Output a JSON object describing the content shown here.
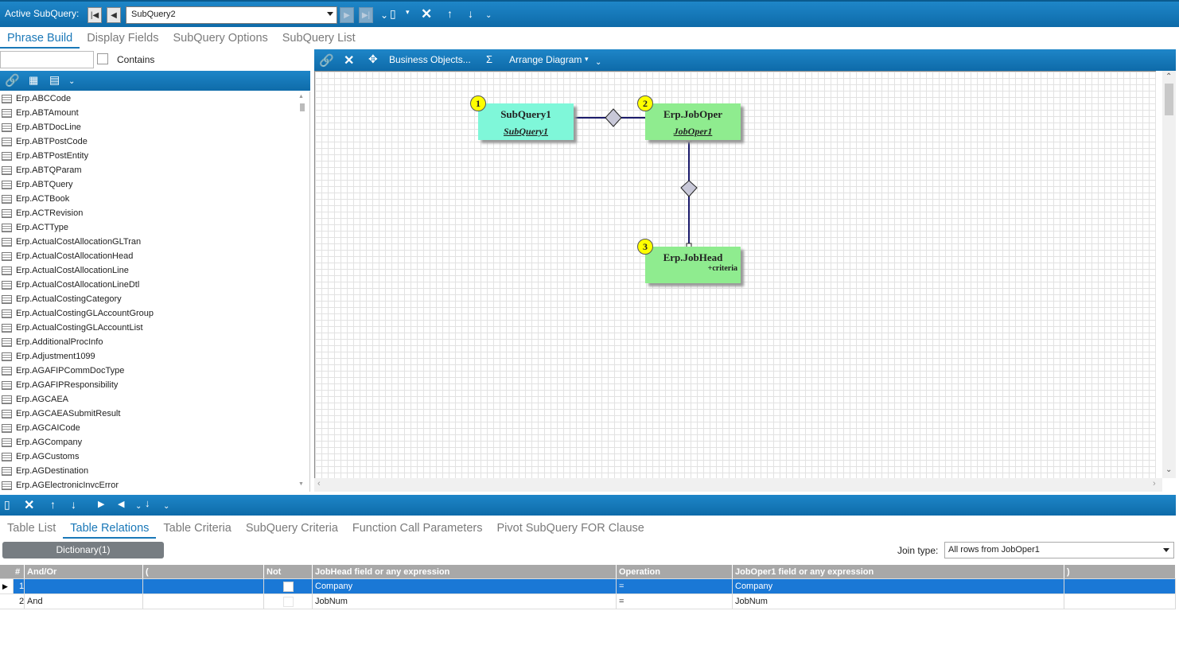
{
  "topbar": {
    "label": "Active SubQuery:",
    "selected_subquery": "SubQuery2"
  },
  "main_tabs": [
    {
      "label": "Phrase Build",
      "active": true
    },
    {
      "label": "Display Fields",
      "active": false
    },
    {
      "label": "SubQuery Options",
      "active": false
    },
    {
      "label": "SubQuery List",
      "active": false
    }
  ],
  "search": {
    "value": "",
    "contains_label": "Contains",
    "contains_checked": false
  },
  "tables": [
    "Erp.ABCCode",
    "Erp.ABTAmount",
    "Erp.ABTDocLine",
    "Erp.ABTPostCode",
    "Erp.ABTPostEntity",
    "Erp.ABTQParam",
    "Erp.ABTQuery",
    "Erp.ACTBook",
    "Erp.ACTRevision",
    "Erp.ACTType",
    "Erp.ActualCostAllocationGLTran",
    "Erp.ActualCostAllocationHead",
    "Erp.ActualCostAllocationLine",
    "Erp.ActualCostAllocationLineDtl",
    "Erp.ActualCostingCategory",
    "Erp.ActualCostingGLAccountGroup",
    "Erp.ActualCostingGLAccountList",
    "Erp.AdditionalProcInfo",
    "Erp.Adjustment1099",
    "Erp.AGAFIPCommDocType",
    "Erp.AGAFIPResponsibility",
    "Erp.AGCAEA",
    "Erp.AGCAEASubmitResult",
    "Erp.AGCAICode",
    "Erp.AGCompany",
    "Erp.AGCustoms",
    "Erp.AGDestination",
    "Erp.AGElectronicInvcError"
  ],
  "diagram_toolbar": {
    "business_objects": "Business Objects...",
    "sigma": "Σ",
    "arrange": "Arrange Diagram"
  },
  "diagram": {
    "nodes": [
      {
        "num": "1",
        "title": "SubQuery1",
        "alias": "SubQuery1",
        "criteria": "",
        "color": "#7ff7d9"
      },
      {
        "num": "2",
        "title": "Erp.JobOper",
        "alias": "JobOper1",
        "criteria": "",
        "color": "#8fec8f"
      },
      {
        "num": "3",
        "title": "Erp.JobHead",
        "alias": "",
        "criteria": "+criteria",
        "color": "#8fec8f"
      }
    ]
  },
  "bottom_tabs": [
    {
      "label": "Table List",
      "active": false
    },
    {
      "label": "Table Relations",
      "active": true
    },
    {
      "label": "Table Criteria",
      "active": false
    },
    {
      "label": "SubQuery Criteria",
      "active": false
    },
    {
      "label": "Function Call Parameters",
      "active": false
    },
    {
      "label": "Pivot SubQuery FOR Clause",
      "active": false
    }
  ],
  "relations": {
    "dictionary_button": "Dictionary(1)",
    "join_type_label": "Join type:",
    "join_type_value": "All rows from JobOper1",
    "columns": [
      "#",
      "And/Or",
      "(",
      "Not",
      "JobHead field or any expression",
      "Operation",
      "JobOper1 field or any expression",
      ")"
    ],
    "rows": [
      {
        "num": "1",
        "andor": "",
        "open": "",
        "not": false,
        "left": "Company",
        "op": "=",
        "right": "Company",
        "close": "",
        "selected": true
      },
      {
        "num": "2",
        "andor": "And",
        "open": "",
        "not": false,
        "left": "JobNum",
        "op": "=",
        "right": "JobNum",
        "close": "",
        "selected": false
      }
    ]
  }
}
